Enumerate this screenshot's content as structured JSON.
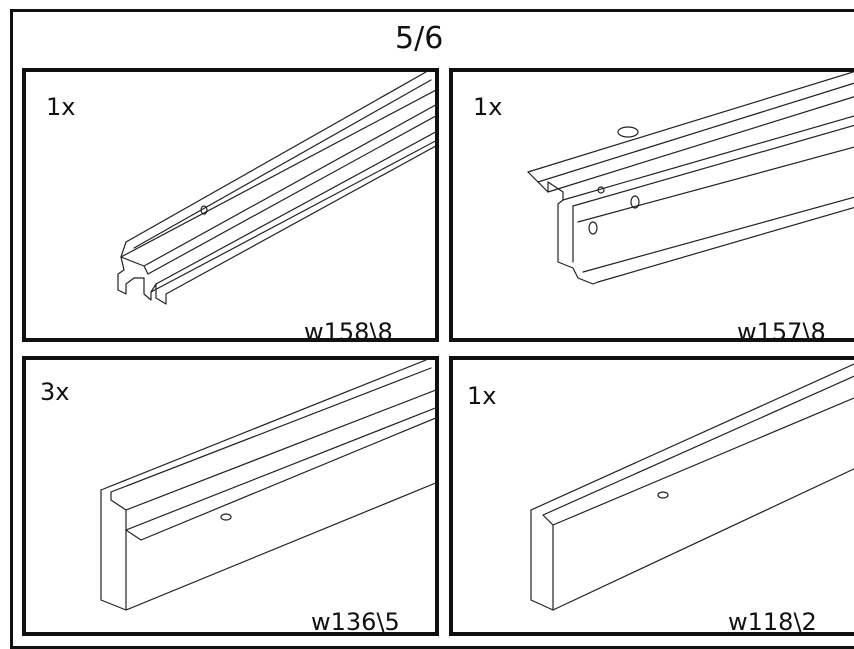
{
  "page": {
    "number": "5/6"
  },
  "parts": [
    {
      "quantity": "1x",
      "code": "w158\\8",
      "icon": "u-channel-rail-profile"
    },
    {
      "quantity": "1x",
      "code": "w157\\8",
      "icon": "perforated-rail-profile"
    },
    {
      "quantity": "3x",
      "code": "w136\\5",
      "icon": "j-channel-profile"
    },
    {
      "quantity": "1x",
      "code": "w118\\2",
      "icon": "angle-profile"
    }
  ]
}
